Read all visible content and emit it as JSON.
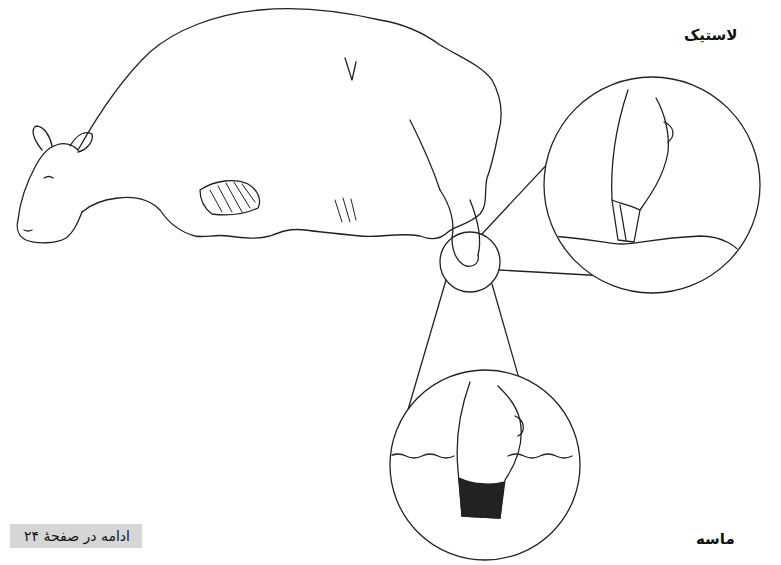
{
  "diagram": {
    "nodes": [
      {
        "text": [
          "ادامه در صفحهٔ ۲۴"
        ]
      }
    ],
    "labels": [
      "لاستیک",
      "ماسه"
    ]
  }
}
